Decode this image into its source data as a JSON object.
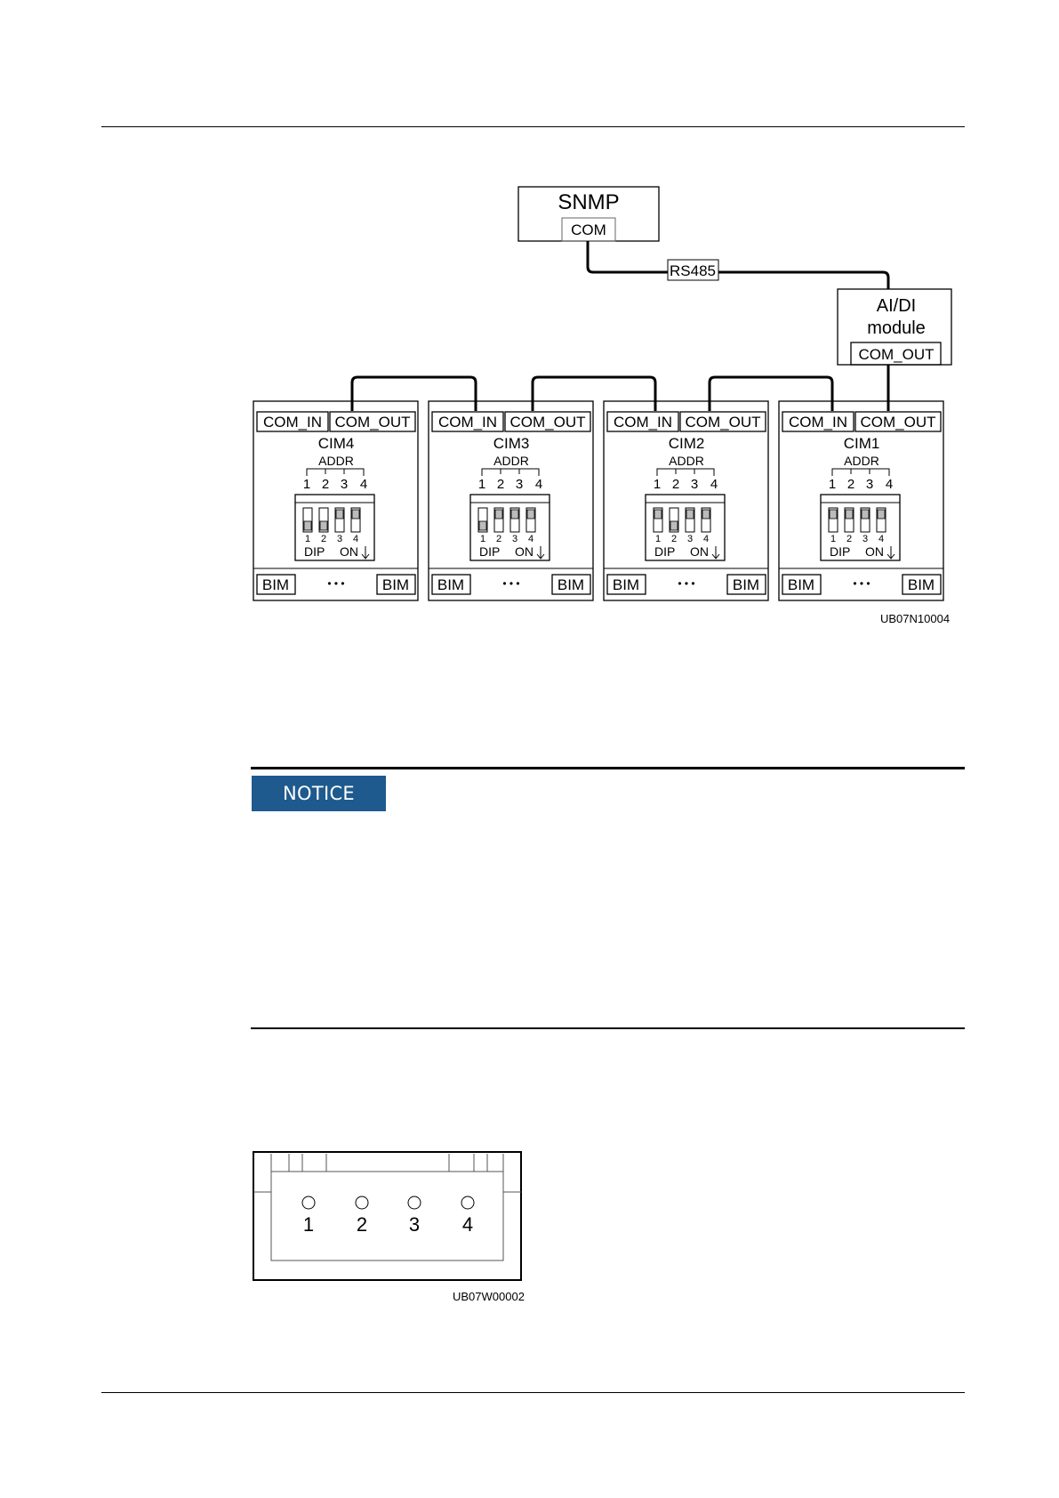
{
  "diagram": {
    "snmp": {
      "title": "SNMP",
      "port": "COM"
    },
    "link_label": "RS485",
    "aidi": {
      "title_line1": "AI/DI",
      "title_line2": "module",
      "port": "COM_OUT"
    },
    "port_labels": {
      "com_in": "COM_IN",
      "com_out": "COM_OUT"
    },
    "addr_label": "ADDR",
    "dip_label": "DIP",
    "on_label": "ON",
    "addr_numbers": [
      "1",
      "2",
      "3",
      "4"
    ],
    "bim_label": "BIM",
    "ellipsis": "• • •",
    "modules": [
      {
        "name": "CIM4",
        "dip_on": [
          true,
          true,
          false,
          false
        ]
      },
      {
        "name": "CIM3",
        "dip_on": [
          true,
          false,
          false,
          false
        ]
      },
      {
        "name": "CIM2",
        "dip_on": [
          false,
          true,
          false,
          false
        ]
      },
      {
        "name": "CIM1",
        "dip_on": [
          false,
          false,
          false,
          false
        ]
      }
    ],
    "figure_id": "UB07N10004"
  },
  "notice": {
    "label": "NOTICE"
  },
  "connector": {
    "pins": [
      "1",
      "2",
      "3",
      "4"
    ],
    "figure_id": "UB07W00002"
  }
}
